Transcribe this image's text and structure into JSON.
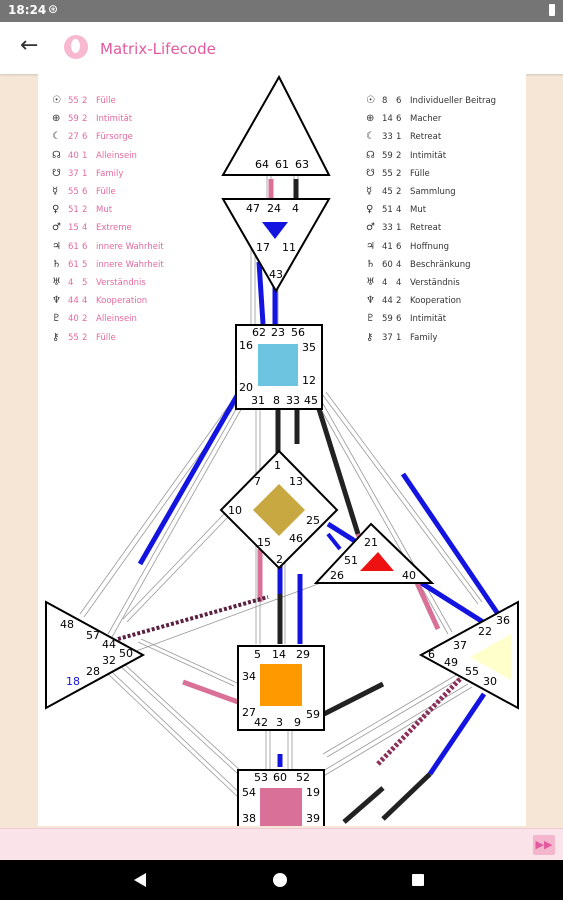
{
  "status": {
    "time": "18:24"
  },
  "appbar": {
    "title": "Matrix-Lifecode"
  },
  "design": [
    {
      "icon": "☉",
      "gate": "55",
      "line": "2",
      "label": "Fülle"
    },
    {
      "icon": "⊕",
      "gate": "59",
      "line": "2",
      "label": "Intimität"
    },
    {
      "icon": "☾",
      "gate": "27",
      "line": "6",
      "label": "Fürsorge"
    },
    {
      "icon": "☊",
      "gate": "40",
      "line": "1",
      "label": "Alleinsein"
    },
    {
      "icon": "☋",
      "gate": "37",
      "line": "1",
      "label": "Family"
    },
    {
      "icon": "☿",
      "gate": "55",
      "line": "6",
      "label": "Fülle"
    },
    {
      "icon": "♀",
      "gate": "51",
      "line": "2",
      "label": "Mut"
    },
    {
      "icon": "♂",
      "gate": "15",
      "line": "4",
      "label": "Extreme"
    },
    {
      "icon": "♃",
      "gate": "61",
      "line": "6",
      "label": "innere Wahrheit"
    },
    {
      "icon": "♄",
      "gate": "61",
      "line": "5",
      "label": "innere Wahrheit"
    },
    {
      "icon": "♅",
      "gate": "4",
      "line": "5",
      "label": "Verständnis"
    },
    {
      "icon": "♆",
      "gate": "44",
      "line": "4",
      "label": "Kooperation"
    },
    {
      "icon": "♇",
      "gate": "40",
      "line": "2",
      "label": "Alleinsein"
    },
    {
      "icon": "⚷",
      "gate": "55",
      "line": "2",
      "label": "Fülle"
    }
  ],
  "personality": [
    {
      "icon": "☉",
      "gate": "8",
      "line": "6",
      "label": "Individueller Beitrag"
    },
    {
      "icon": "⊕",
      "gate": "14",
      "line": "6",
      "label": "Macher"
    },
    {
      "icon": "☾",
      "gate": "33",
      "line": "1",
      "label": "Retreat"
    },
    {
      "icon": "☊",
      "gate": "59",
      "line": "2",
      "label": "Intimität"
    },
    {
      "icon": "☋",
      "gate": "55",
      "line": "2",
      "label": "Fülle"
    },
    {
      "icon": "☿",
      "gate": "45",
      "line": "2",
      "label": "Sammlung"
    },
    {
      "icon": "♀",
      "gate": "51",
      "line": "4",
      "label": "Mut"
    },
    {
      "icon": "♂",
      "gate": "33",
      "line": "1",
      "label": "Retreat"
    },
    {
      "icon": "♃",
      "gate": "41",
      "line": "6",
      "label": "Hoffnung"
    },
    {
      "icon": "♄",
      "gate": "60",
      "line": "4",
      "label": "Beschränkung"
    },
    {
      "icon": "♅",
      "gate": "4",
      "line": "4",
      "label": "Verständnis"
    },
    {
      "icon": "♆",
      "gate": "44",
      "line": "2",
      "label": "Kooperation"
    },
    {
      "icon": "♇",
      "gate": "59",
      "line": "6",
      "label": "Intimität"
    },
    {
      "icon": "⚷",
      "gate": "37",
      "line": "1",
      "label": "Family"
    }
  ],
  "gates": {
    "head": [
      "64",
      "61",
      "63"
    ],
    "ajna": [
      "47",
      "24",
      "4",
      "17",
      "11",
      "43"
    ],
    "throat": [
      "62",
      "23",
      "56",
      "16",
      "35",
      "20",
      "12",
      "31",
      "8",
      "33",
      "45"
    ],
    "g": [
      "1",
      "7",
      "13",
      "10",
      "25",
      "15",
      "46",
      "2"
    ],
    "ego": [
      "21",
      "51",
      "26",
      "40"
    ],
    "spleen": [
      "48",
      "57",
      "44",
      "50",
      "32",
      "28",
      "18"
    ],
    "sacral": [
      "5",
      "14",
      "29",
      "34",
      "27",
      "59",
      "42",
      "3",
      "9"
    ],
    "solar": [
      "36",
      "22",
      "37",
      "6",
      "49",
      "55",
      "30"
    ],
    "root": [
      "53",
      "60",
      "52",
      "54",
      "19",
      "38",
      "39"
    ]
  },
  "colors": {
    "accent": "#e45aa0",
    "design": "#e26aa0",
    "personality": "#222222",
    "blue": "#1414e0",
    "ajna": "#1414e0",
    "throat": "#6cc4e0",
    "g": "#c8a840",
    "ego": "#ee1111",
    "sacral": "#ff9900",
    "solar": "#ffffcc",
    "root": "#d87098"
  }
}
